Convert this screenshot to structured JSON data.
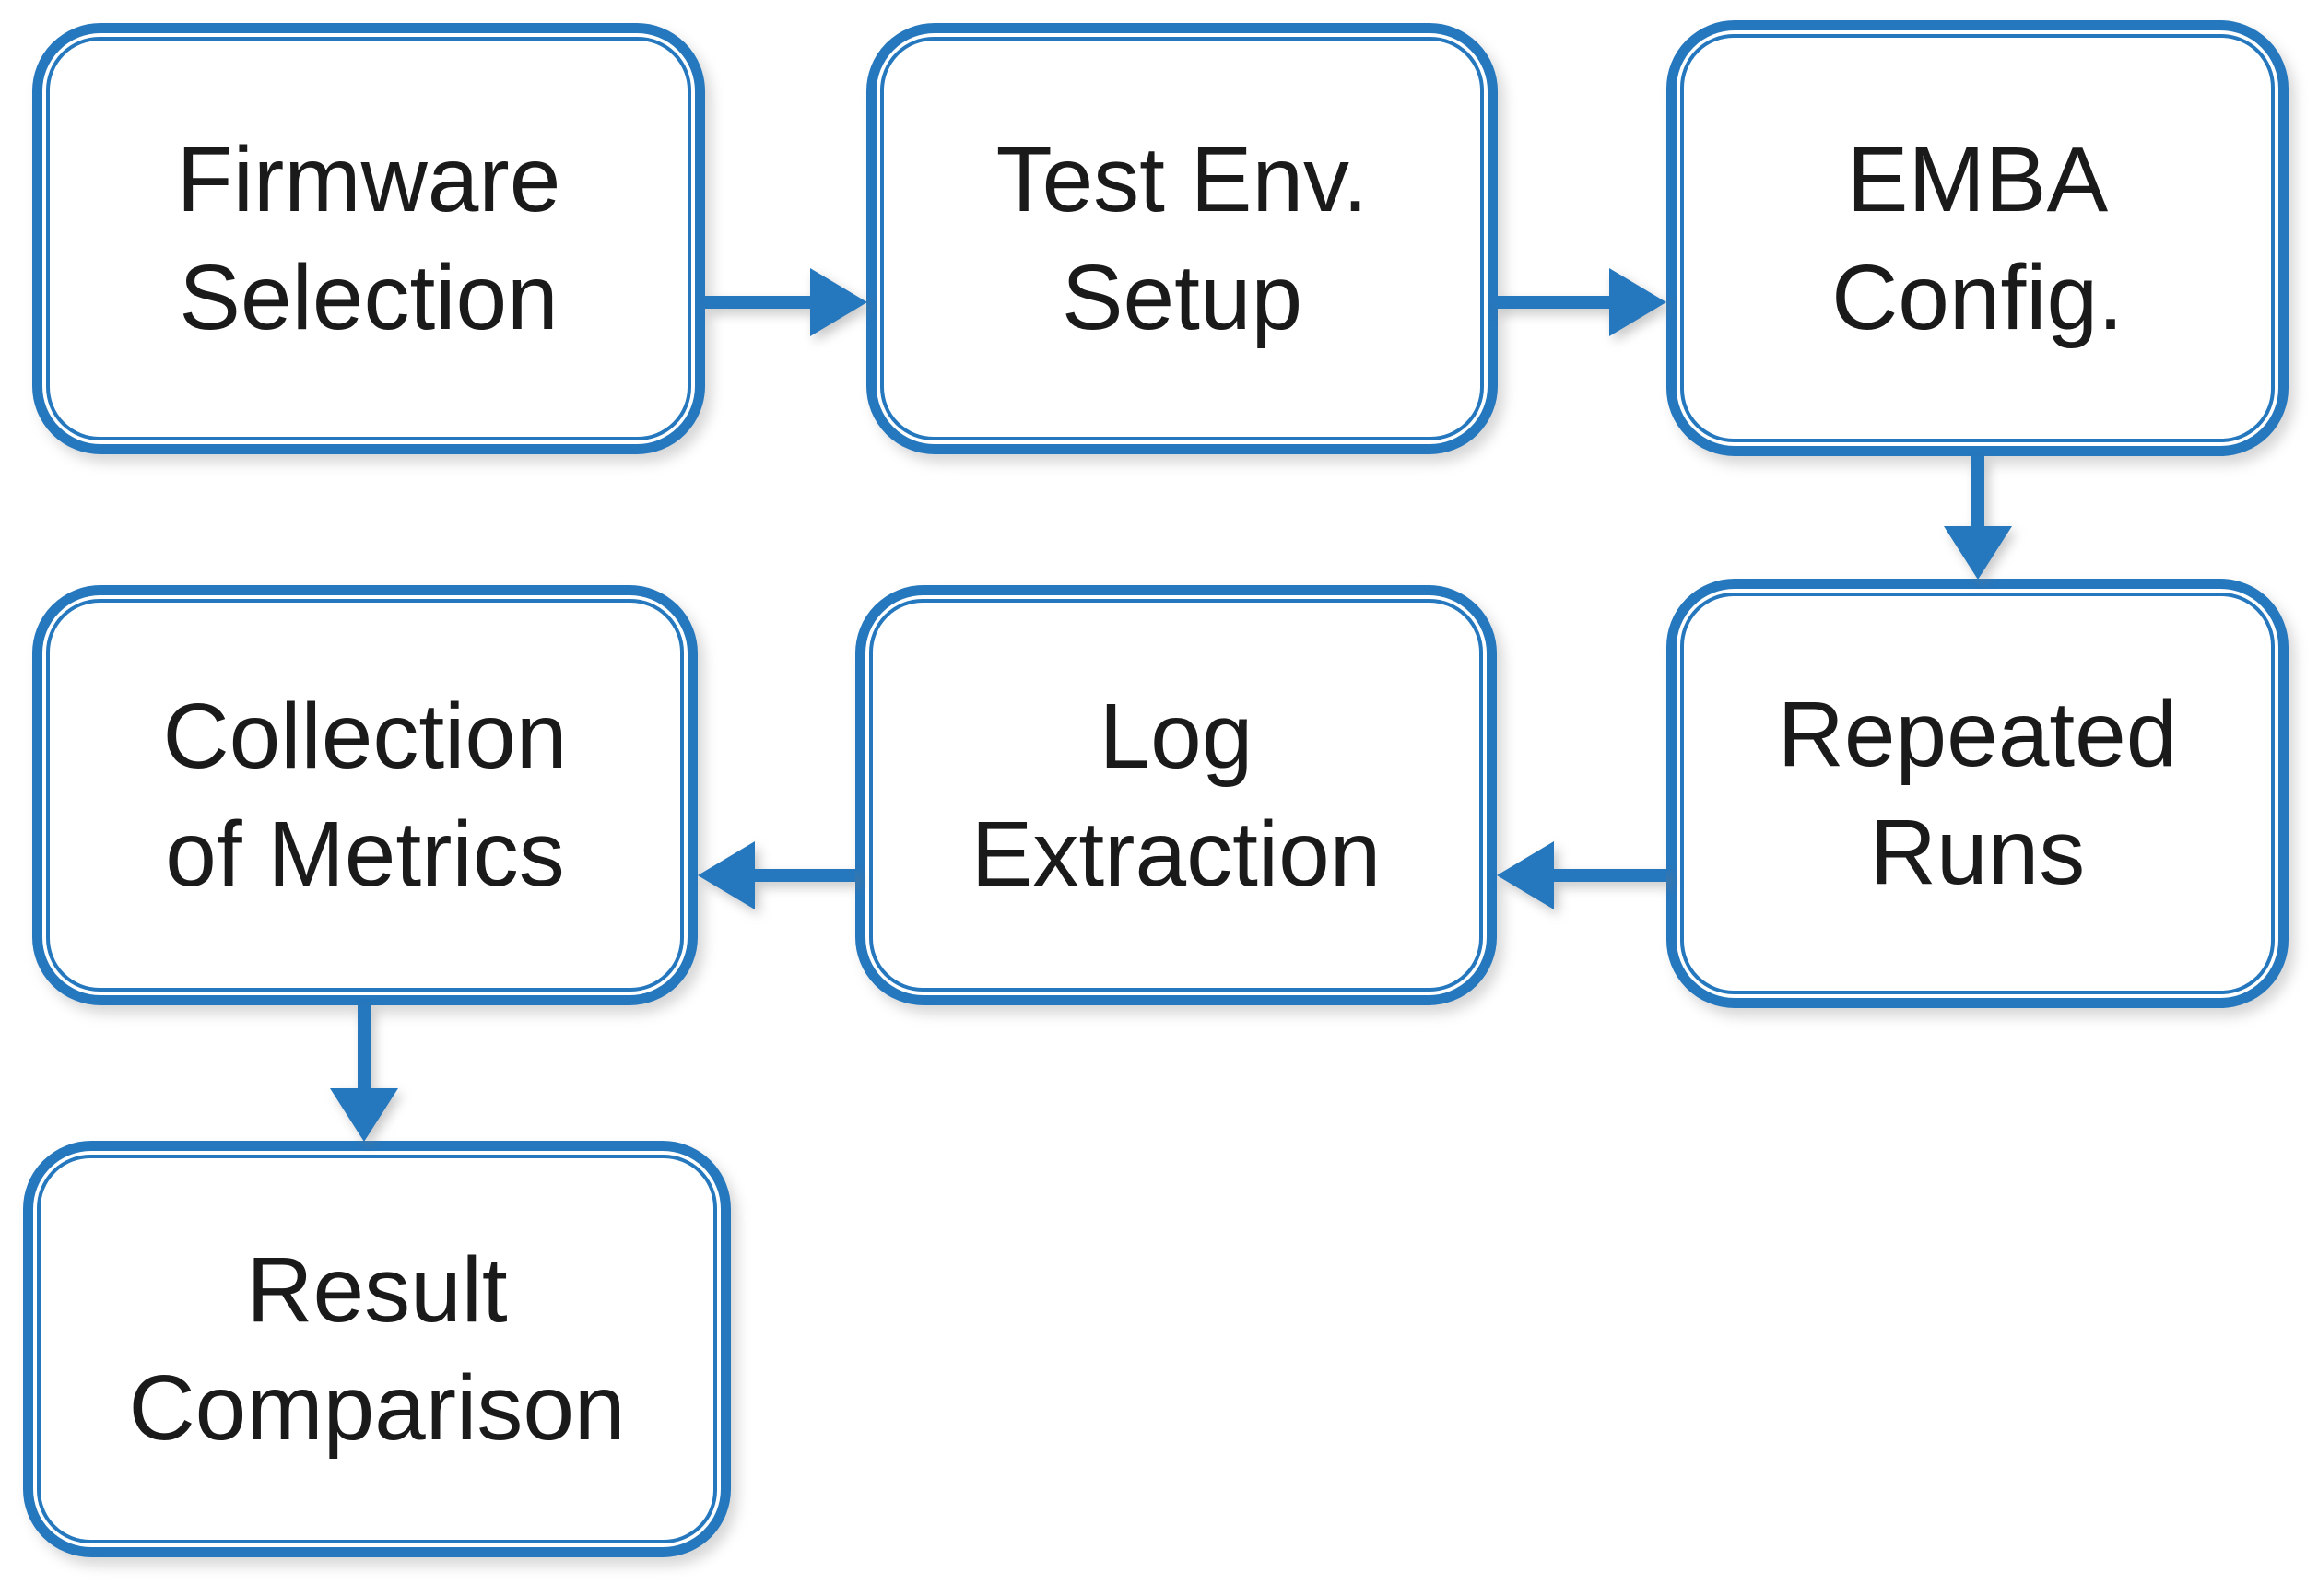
{
  "diagram": {
    "type": "flowchart",
    "background_color": "#ffffff",
    "accent_color": "#2577BE",
    "text_color": "#1a1a1a",
    "nodes": [
      {
        "id": "firmware-selection",
        "label": "Firmware Selection",
        "lines": [
          "Firmware",
          "Selection"
        ]
      },
      {
        "id": "test-env-setup",
        "label": "Test Env. Setup",
        "lines": [
          "Test Env.",
          "Setup"
        ]
      },
      {
        "id": "emba-config",
        "label": "EMBA Config.",
        "lines": [
          "EMBA",
          "Config."
        ]
      },
      {
        "id": "repeated-runs",
        "label": "Repeated Runs",
        "lines": [
          "Repeated",
          "Runs"
        ]
      },
      {
        "id": "log-extraction",
        "label": "Log Extraction",
        "lines": [
          "Log",
          "Extraction"
        ]
      },
      {
        "id": "collection-of-metrics",
        "label": "Collection of Metrics",
        "lines": [
          "Collection",
          "of Metrics"
        ]
      },
      {
        "id": "result-comparison",
        "label": "Result Comparison",
        "lines": [
          "Result",
          "Comparison"
        ]
      }
    ],
    "edges": [
      {
        "from": "firmware-selection",
        "to": "test-env-setup",
        "direction": "right"
      },
      {
        "from": "test-env-setup",
        "to": "emba-config",
        "direction": "right"
      },
      {
        "from": "emba-config",
        "to": "repeated-runs",
        "direction": "down"
      },
      {
        "from": "repeated-runs",
        "to": "log-extraction",
        "direction": "left"
      },
      {
        "from": "log-extraction",
        "to": "collection-of-metrics",
        "direction": "left"
      },
      {
        "from": "collection-of-metrics",
        "to": "result-comparison",
        "direction": "down"
      }
    ]
  }
}
